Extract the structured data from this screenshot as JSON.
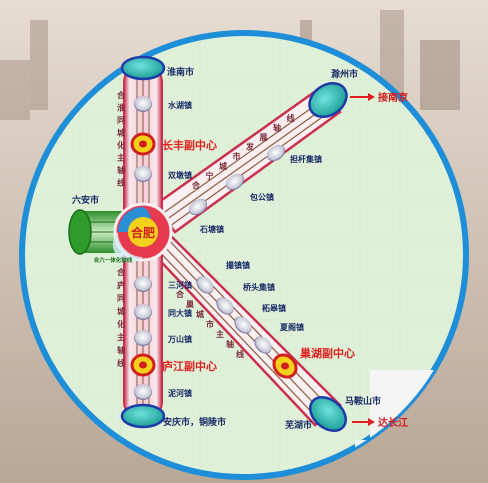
{
  "colors": {
    "background": "#c9b8a7",
    "disc_fill": "#dff0d8",
    "disc_border": "#1f8ed8",
    "text_panel": "#f4f5f4",
    "node_teal": "#37c6c0",
    "node_blue": "#1e3aa8",
    "red_text": "#e02020",
    "corridor": "#c7325a",
    "arrow": "#e02020"
  },
  "cities": {
    "north_end": "淮南市",
    "west_end": "六安市",
    "northeast_end": "滁州市",
    "southeast_end": "马鞍山市",
    "southeast_sub": "芜湖市",
    "south_end": "安庆市，铜陵市",
    "center": "合肥"
  },
  "sub_centers": {
    "north": "长丰副中心",
    "south": "庐江副中心",
    "southeast": "巢湖副中心"
  },
  "arrows": {
    "nanjing": "接南京",
    "yangtze": "达长江"
  },
  "corridors": {
    "north_axis": "合淮同城化主轴线",
    "south_axis": "合庐同城化主轴线",
    "west_axis": "合六一体化轴线",
    "northeast_axis": "合宁城市发展轴线",
    "southeast_axis": "合巢城市主轴线"
  },
  "towns": {
    "north": [
      "水湖镇",
      "双墩镇"
    ],
    "south": [
      "三河镇",
      "同大镇",
      "万山镇",
      "泥河镇"
    ],
    "northeast": [
      "担杆集镇",
      "包公镇",
      "石塘镇"
    ],
    "southeast": [
      "撮镇镇",
      "桥头集镇",
      "柘皋镇",
      "夏阁镇"
    ]
  }
}
